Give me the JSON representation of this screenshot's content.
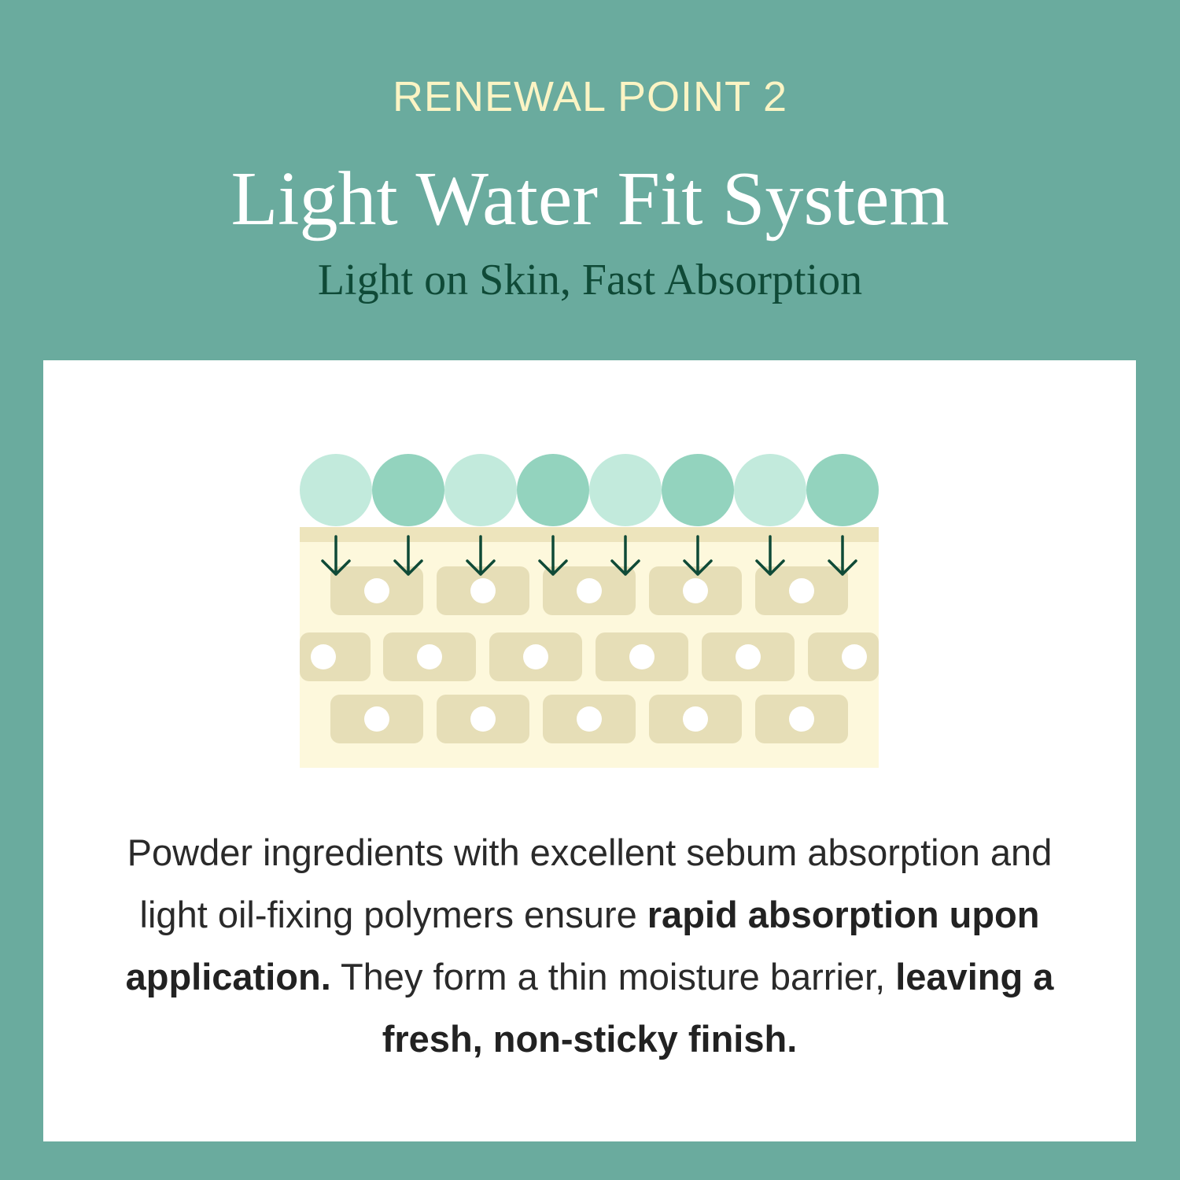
{
  "header": {
    "eyebrow": "RENEWAL POINT 2",
    "title": "Light Water Fit System",
    "subtitle": "Light on Skin, Fast Absorption"
  },
  "description": {
    "part1": "Powder ingredients with excellent sebum absorption and light oil-fixing polymers ensure ",
    "bold1": "rapid absorption upon application.",
    "part2": " They form a thin moisture barrier, ",
    "bold2": "leaving a fresh, non-sticky finish."
  },
  "colors": {
    "background": "#6aab9e",
    "card": "#ffffff",
    "eyebrow": "#fbf4c4",
    "title": "#ffffff",
    "subtitle": "#0f4a37",
    "droplet_light": "#c2eadc",
    "droplet_dark": "#93d3be",
    "skin_base": "#fdf8dc",
    "skin_top_band": "#ede4bc",
    "cell": "#e6deb7",
    "nucleus": "#ffffff",
    "arrow": "#0f4a37"
  },
  "icons": {
    "arrow": "arrow-down-icon",
    "droplet": "droplet-icon",
    "cell": "skin-cell-icon"
  }
}
